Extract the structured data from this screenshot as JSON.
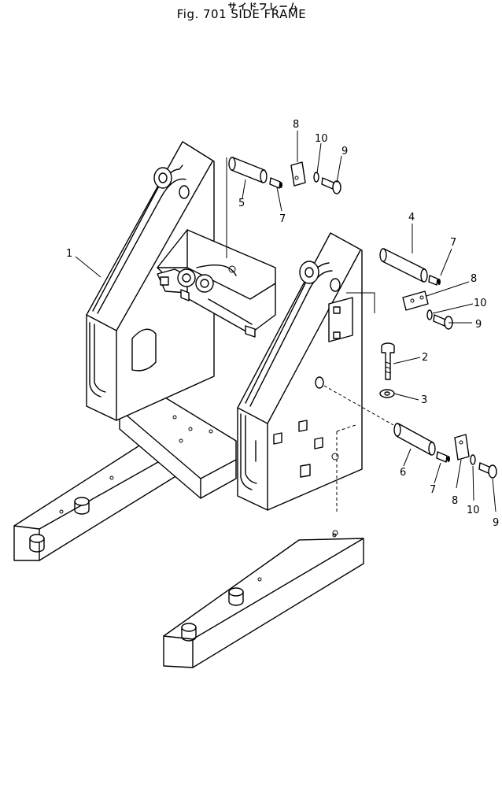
{
  "title": {
    "japanese": "サイドフレーム",
    "main": "Fig. 701  SIDE FRAME"
  },
  "callouts": [
    "1",
    "2",
    "3",
    "4",
    "5",
    "6",
    "7",
    "7",
    "7",
    "8",
    "8",
    "8",
    "9",
    "9",
    "9",
    "10",
    "10",
    "10"
  ]
}
